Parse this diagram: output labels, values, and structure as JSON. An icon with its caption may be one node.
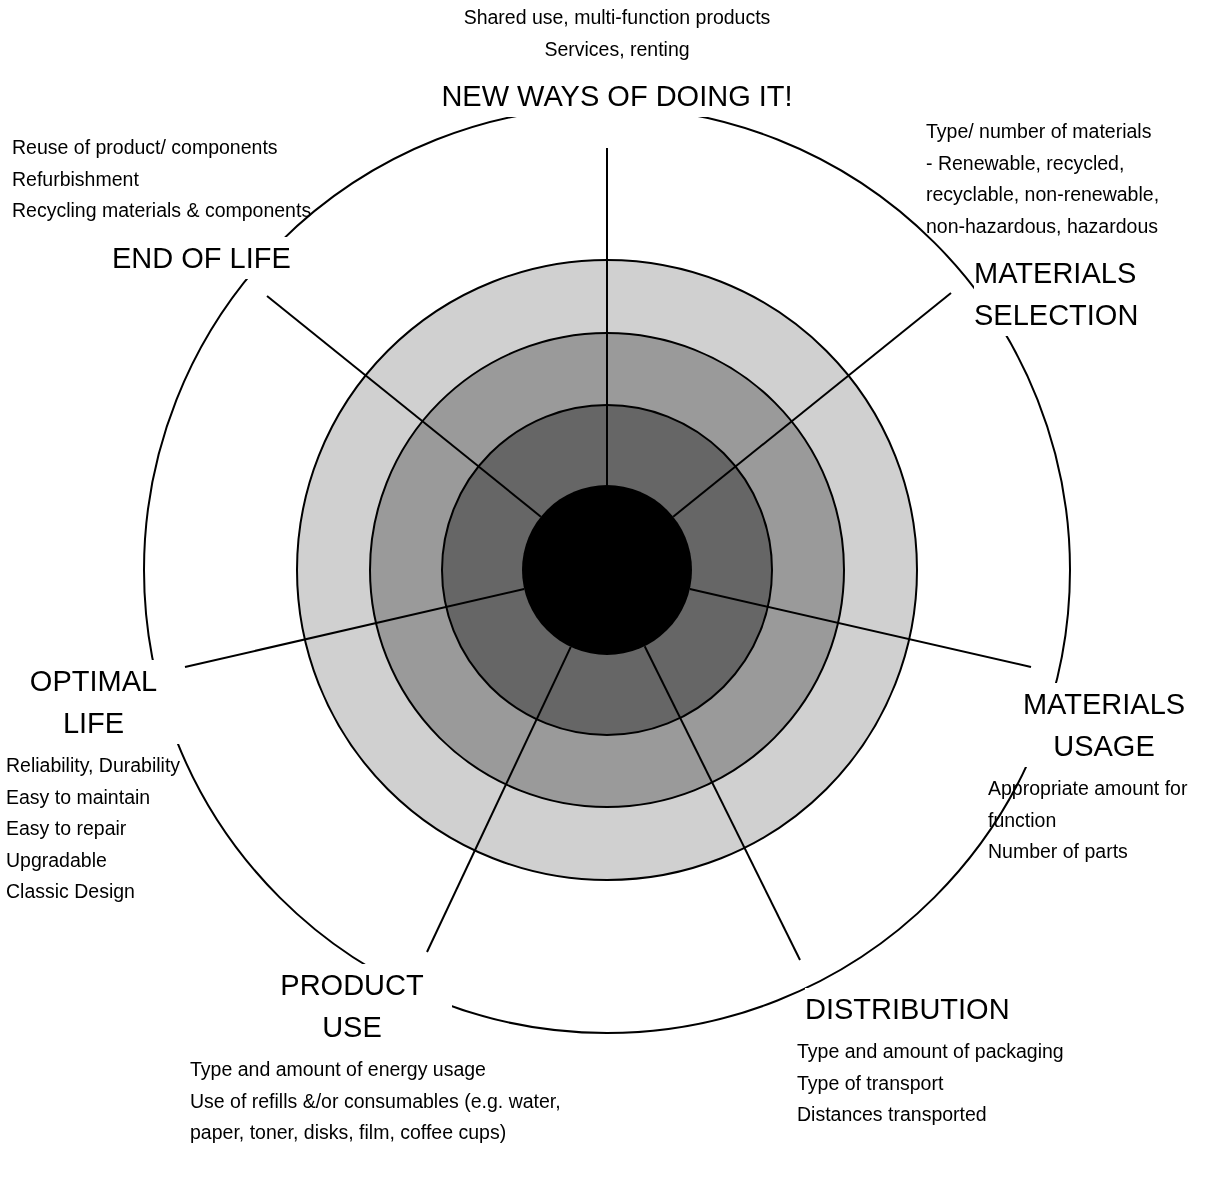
{
  "diagram": {
    "nodes": [
      {
        "text": [
          "NEW WAYS OF DOING IT!"
        ],
        "beside": [
          "Shared use, multi-function products",
          "Services, renting"
        ]
      },
      {
        "text": [
          "END OF LIFE"
        ],
        "beside": [
          "Reuse of product/ components",
          "Refurbishment",
          "Recycling materials & components"
        ]
      },
      {
        "text": [
          "MATERIALS SELECTION"
        ],
        "beside": [
          "Type/ number of materials",
          "- Renewable, recycled, recyclable, non-renewable, non-hazardous, hazardous"
        ]
      },
      {
        "text": [],
        "shape": "circle"
      },
      {
        "text": [
          "OPTIMAL LIFE"
        ],
        "beside": [
          "Reliability, Durability",
          "Easy to maintain",
          "Easy to repair",
          "Upgradable",
          "Classic Design"
        ]
      },
      {
        "text": [
          "MATERIALS USAGE"
        ],
        "beside": [
          "Appropriate amount for function",
          "Number of parts"
        ]
      },
      {
        "text": [
          "PRODUCT USE"
        ],
        "beside": [
          "Type and amount of energy usage",
          "Use of refills &/or consumables (e.g. water, paper, toner, disks, film, coffee cups)"
        ]
      },
      {
        "text": [
          "DISTRIBUTION"
        ],
        "beside": [
          "Type and amount of packaging",
          "Type of transport",
          "Distances transported"
        ]
      }
    ],
    "edges": [
      {
        "from": 3,
        "to": 0,
        "arrow": "none"
      },
      {
        "from": 3,
        "to": 1,
        "arrow": "none"
      },
      {
        "from": 3,
        "to": 2,
        "arrow": "none"
      },
      {
        "from": 3,
        "to": 4,
        "arrow": "none"
      },
      {
        "from": 3,
        "to": 5,
        "arrow": "none"
      },
      {
        "from": 3,
        "to": 6,
        "arrow": "none"
      },
      {
        "from": 3,
        "to": 7,
        "arrow": "none"
      }
    ]
  }
}
